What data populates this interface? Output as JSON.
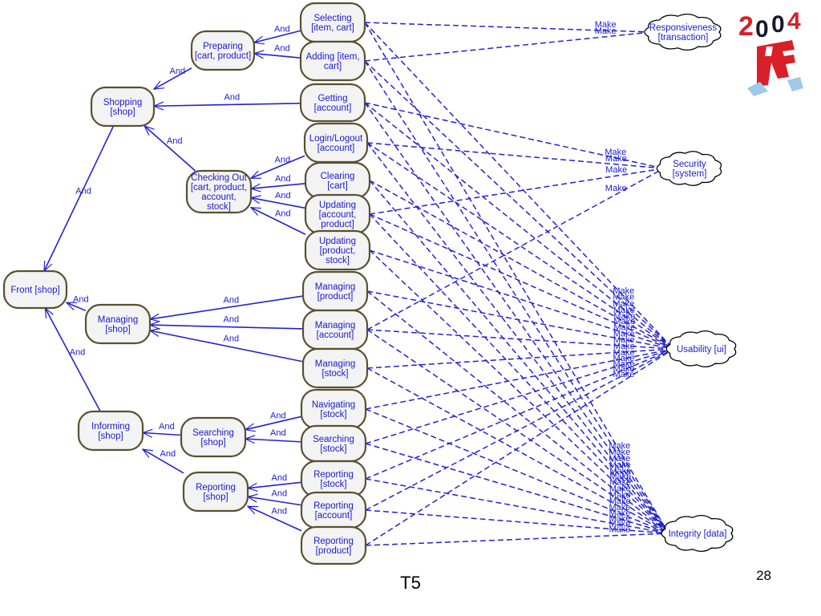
{
  "slide": {
    "title": "T5",
    "page_number": "28"
  },
  "logo": {
    "text": "2004 RE",
    "colors": {
      "primary": "#d8202a",
      "secondary": "#1a1a2e",
      "accent": "#9ec9e8"
    }
  },
  "link_labels": {
    "and": "And",
    "make": "Make"
  },
  "colors": {
    "node_fill": "#f3f3f3",
    "node_border": "#5a5030",
    "link": "#2323d0",
    "text": "#1a1ad0"
  },
  "goals": [
    {
      "id": "front",
      "lines": [
        "Front [shop]"
      ]
    },
    {
      "id": "shopping",
      "lines": [
        "Shopping",
        "[shop]"
      ]
    },
    {
      "id": "managing",
      "lines": [
        "Managing",
        "[shop]"
      ]
    },
    {
      "id": "informing",
      "lines": [
        "Informing",
        "[shop]"
      ]
    },
    {
      "id": "preparing",
      "lines": [
        "Preparing",
        "[cart, product]"
      ]
    },
    {
      "id": "checking",
      "lines": [
        "Checking Out",
        "[cart, product,",
        "account,",
        "stock]"
      ]
    },
    {
      "id": "searching",
      "lines": [
        "Searching",
        "[shop]"
      ]
    },
    {
      "id": "reporting",
      "lines": [
        "Reporting",
        "[shop]"
      ]
    },
    {
      "id": "selecting",
      "lines": [
        "Selecting",
        "[item, cart]"
      ]
    },
    {
      "id": "adding",
      "lines": [
        "Adding [item,",
        "cart]"
      ]
    },
    {
      "id": "getting",
      "lines": [
        "Getting",
        "[account]"
      ]
    },
    {
      "id": "login",
      "lines": [
        "Login/Logout",
        "[account]"
      ]
    },
    {
      "id": "clearing",
      "lines": [
        "Clearing",
        "[cart]"
      ]
    },
    {
      "id": "upd_acc",
      "lines": [
        "Updating",
        "[account,",
        "product]"
      ]
    },
    {
      "id": "upd_prod",
      "lines": [
        "Updating",
        "[product,",
        "stock]"
      ]
    },
    {
      "id": "man_prod",
      "lines": [
        "Managing",
        "[product]"
      ]
    },
    {
      "id": "man_acc",
      "lines": [
        "Managing",
        "[account]"
      ]
    },
    {
      "id": "man_stock",
      "lines": [
        "Managing",
        "[stock]"
      ]
    },
    {
      "id": "nav_stock",
      "lines": [
        "Navigating",
        "[stock]"
      ]
    },
    {
      "id": "search_stock",
      "lines": [
        "Searching",
        "[stock]"
      ]
    },
    {
      "id": "rep_stock",
      "lines": [
        "Reporting",
        "[stock]"
      ]
    },
    {
      "id": "rep_acc",
      "lines": [
        "Reporting",
        "[account]"
      ]
    },
    {
      "id": "rep_prod",
      "lines": [
        "Reporting",
        "[product]"
      ]
    }
  ],
  "softgoals": [
    {
      "id": "resp",
      "lines": [
        "Responsiveness",
        "[transaction]"
      ]
    },
    {
      "id": "sec",
      "lines": [
        "Security",
        "[system]"
      ]
    },
    {
      "id": "usa",
      "lines": [
        "Usability [ui]"
      ]
    },
    {
      "id": "integ",
      "lines": [
        "Integrity [data]"
      ]
    }
  ],
  "and_links": [
    [
      "shopping",
      "front"
    ],
    [
      "managing",
      "front"
    ],
    [
      "informing",
      "front"
    ],
    [
      "preparing",
      "shopping"
    ],
    [
      "getting",
      "shopping"
    ],
    [
      "checking",
      "shopping"
    ],
    [
      "selecting",
      "preparing"
    ],
    [
      "adding",
      "preparing"
    ],
    [
      "login",
      "checking"
    ],
    [
      "clearing",
      "checking"
    ],
    [
      "upd_acc",
      "checking"
    ],
    [
      "upd_prod",
      "checking"
    ],
    [
      "man_prod",
      "managing"
    ],
    [
      "man_acc",
      "managing"
    ],
    [
      "man_stock",
      "managing"
    ],
    [
      "searching",
      "informing"
    ],
    [
      "reporting",
      "informing"
    ],
    [
      "nav_stock",
      "searching"
    ],
    [
      "search_stock",
      "searching"
    ],
    [
      "rep_stock",
      "reporting"
    ],
    [
      "rep_acc",
      "reporting"
    ],
    [
      "rep_prod",
      "reporting"
    ]
  ],
  "make_links": [
    [
      "selecting",
      "resp"
    ],
    [
      "adding",
      "resp"
    ],
    [
      "getting",
      "sec"
    ],
    [
      "login",
      "sec"
    ],
    [
      "upd_acc",
      "sec"
    ],
    [
      "man_acc",
      "sec"
    ],
    [
      "adding",
      "usa"
    ],
    [
      "getting",
      "usa"
    ],
    [
      "login",
      "usa"
    ],
    [
      "clearing",
      "usa"
    ],
    [
      "upd_acc",
      "usa"
    ],
    [
      "upd_prod",
      "usa"
    ],
    [
      "man_prod",
      "usa"
    ],
    [
      "man_acc",
      "usa"
    ],
    [
      "man_stock",
      "usa"
    ],
    [
      "nav_stock",
      "usa"
    ],
    [
      "search_stock",
      "usa"
    ],
    [
      "rep_stock",
      "usa"
    ],
    [
      "rep_acc",
      "usa"
    ],
    [
      "rep_prod",
      "usa"
    ],
    [
      "selecting",
      "usa"
    ],
    [
      "selecting",
      "integ"
    ],
    [
      "adding",
      "integ"
    ],
    [
      "getting",
      "integ"
    ],
    [
      "login",
      "integ"
    ],
    [
      "clearing",
      "integ"
    ],
    [
      "upd_acc",
      "integ"
    ],
    [
      "upd_prod",
      "integ"
    ],
    [
      "man_prod",
      "integ"
    ],
    [
      "man_acc",
      "integ"
    ],
    [
      "man_stock",
      "integ"
    ],
    [
      "nav_stock",
      "integ"
    ],
    [
      "search_stock",
      "integ"
    ],
    [
      "rep_stock",
      "integ"
    ],
    [
      "rep_acc",
      "integ"
    ],
    [
      "rep_prod",
      "integ"
    ]
  ]
}
